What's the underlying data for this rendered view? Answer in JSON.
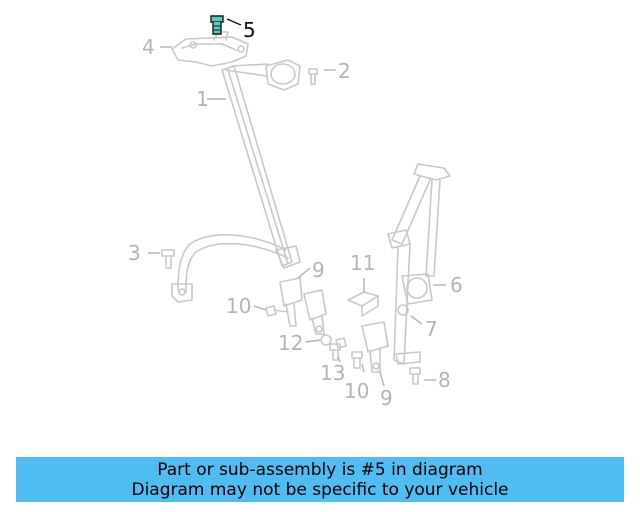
{
  "diagram": {
    "highlight_color": "#4fd0c0",
    "part_color": "#c8c8c8",
    "callouts": [
      "1",
      "2",
      "3",
      "4",
      "5",
      "6",
      "7",
      "8",
      "9",
      "9",
      "10",
      "10",
      "11",
      "12",
      "13"
    ],
    "highlighted_callout": "5"
  },
  "banner": {
    "line1": "Part or sub-assembly is #5 in diagram",
    "line2": "Diagram may not be specific to your vehicle",
    "background": "#4fbcf2"
  }
}
